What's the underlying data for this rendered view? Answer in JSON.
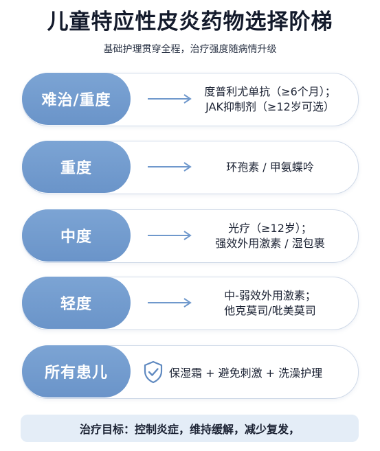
{
  "title": "儿童特应性皮炎药物选择阶梯",
  "subtitle": "基础护理贯穿全程，治疗强度随病情升级",
  "ladder": [
    {
      "level": "难治/重度",
      "lines": [
        "度普利尤单抗（≥6个月）；",
        "JAK抑制剂（≥12岁可选）"
      ]
    },
    {
      "level": "重度",
      "lines": [
        "环孢素 / 甲氨蝶呤"
      ]
    },
    {
      "level": "中度",
      "lines": [
        "光疗（≥12岁）；",
        "强效外用激素 / 湿包裹"
      ]
    },
    {
      "level": "轻度",
      "lines": [
        "中-弱效外用激素；",
        "他克莫司/吡美莫司"
      ]
    }
  ],
  "base": {
    "level": "所有患儿",
    "text": "保湿霜 + 避免刺激 + 洗澡护理",
    "icon": "shield-check-icon"
  },
  "goal": "治疗目标：控制炎症，维持缓解，减少复发，",
  "colors": {
    "pill": "#6f98cc",
    "arrow": "#6f98cc",
    "goal_bg": "#e4edf7"
  }
}
